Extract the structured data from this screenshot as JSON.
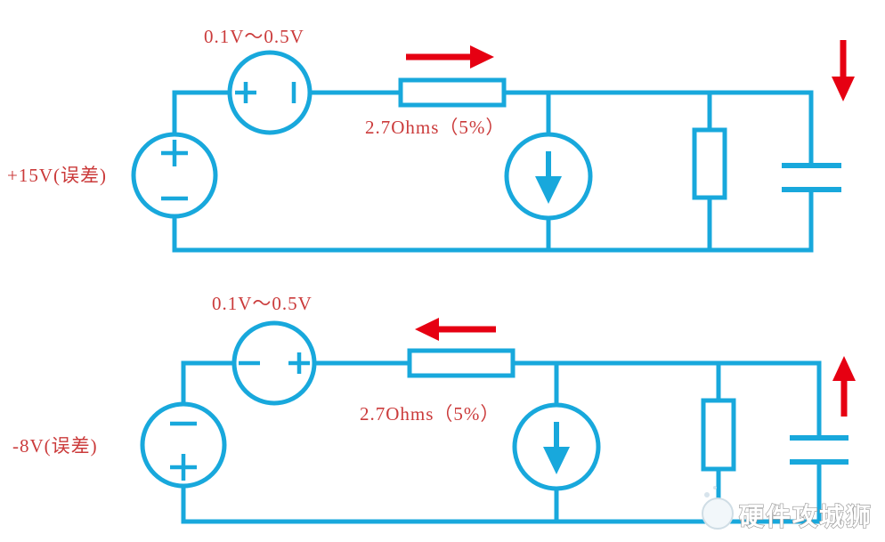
{
  "colors": {
    "circuit": "#18A8DC",
    "label": "#CB3B3B",
    "arrow": "#E60012",
    "background": "#FFFFFF"
  },
  "circuits": {
    "top": {
      "source_label": "+15V(误差)",
      "offset_source_label": "0.1V～0.5V",
      "resistor_label": "2.7Ohms（5%）"
    },
    "bottom": {
      "source_label": "-8V(误差)",
      "offset_source_label": "0.1V～0.5V",
      "resistor_label": "2.7Ohms（5%）"
    }
  },
  "watermark": {
    "text": "硬件攻城狮"
  }
}
